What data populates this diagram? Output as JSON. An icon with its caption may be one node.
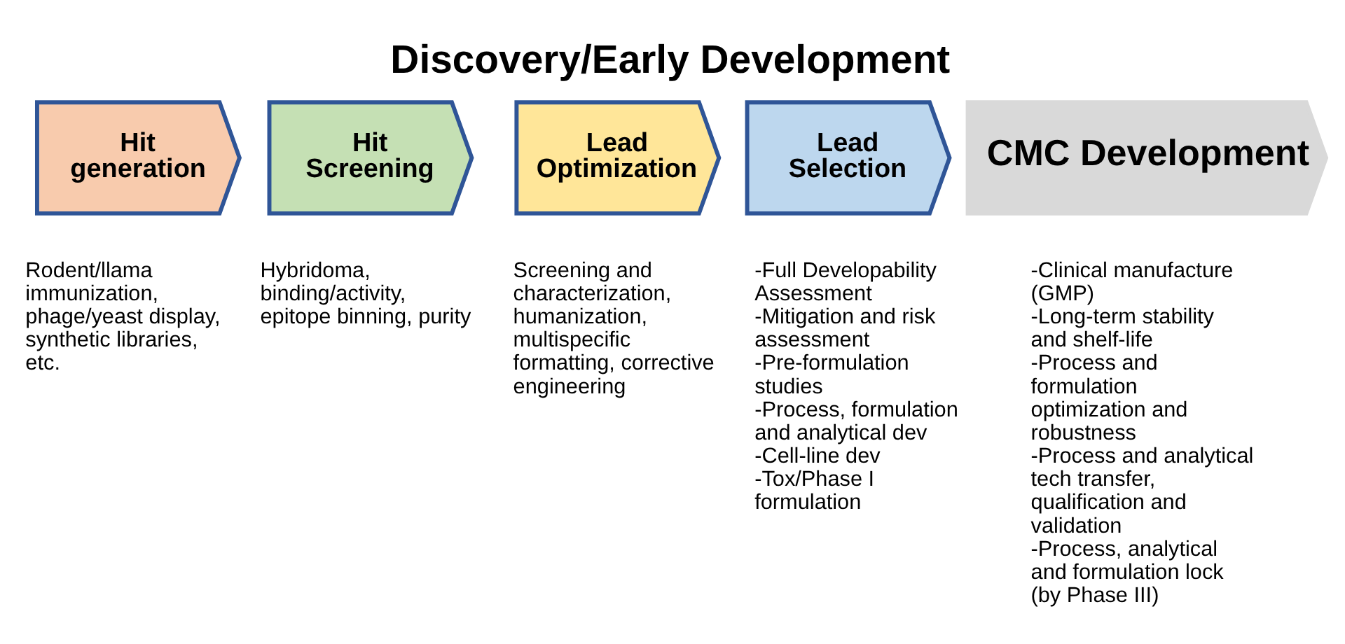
{
  "diagram": {
    "title": "Discovery/Early Development",
    "nodes": [
      {
        "text": [
          "Hit generation"
        ],
        "beside": [
          "Rodent/llama immunization, phage/yeast display, synthetic libraries, etc."
        ]
      },
      {
        "text": [
          "Hit Screening"
        ],
        "beside": [
          "Hybridoma, binding/activity, epitope binning, purity"
        ]
      },
      {
        "text": [
          "Lead Optimization"
        ],
        "beside": [
          "Screening and characterization, humanization, multispecific formatting, corrective engineering"
        ]
      },
      {
        "text": [
          "Lead Selection"
        ],
        "beside": [
          "-Full Developability Assessment",
          "-Mitigation and risk assessment",
          "-Pre-formulation studies",
          "-Process, formulation and analytical dev",
          "-Cell-line dev",
          "-Tox/Phase I formulation"
        ]
      },
      {
        "text": [
          "CMC Development"
        ],
        "beside": [
          "-Clinical manufacture (GMP)",
          "-Long-term stability and shelf-life",
          "-Process and formulation optimization and robustness",
          "-Process and analytical tech transfer, qualification and validation",
          "-Process, analytical and formulation lock (by Phase III)"
        ]
      }
    ],
    "edges": []
  }
}
